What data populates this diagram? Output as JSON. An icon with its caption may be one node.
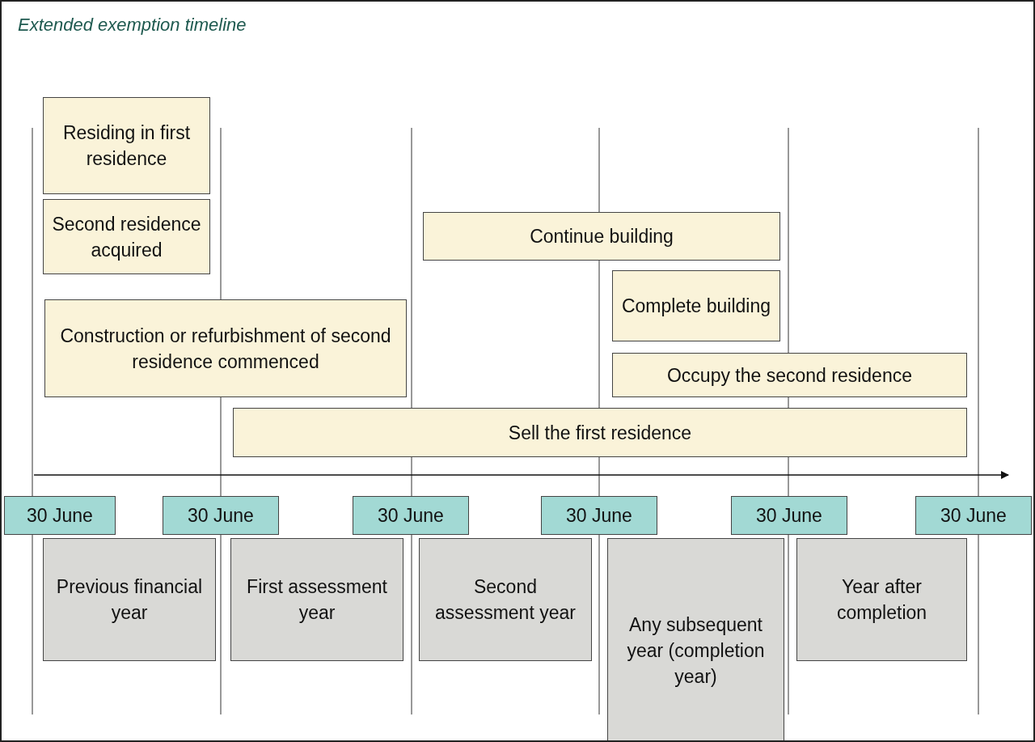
{
  "diagram": {
    "title": "Extended exemption timeline",
    "nodes": [
      {
        "text": [
          "Residing in first residence"
        ]
      },
      {
        "text": [
          "Second residence acquired"
        ]
      },
      {
        "text": [
          "Construction or refurbishment of second residence commenced"
        ]
      },
      {
        "text": [
          "Continue building"
        ]
      },
      {
        "text": [
          "Complete building"
        ]
      },
      {
        "text": [
          "Occupy the second residence"
        ]
      },
      {
        "text": [
          "Sell the first residence"
        ]
      },
      {
        "text": [
          "30 June"
        ]
      },
      {
        "text": [
          "30 June"
        ]
      },
      {
        "text": [
          "30 June"
        ]
      },
      {
        "text": [
          "30 June"
        ]
      },
      {
        "text": [
          "30 June"
        ]
      },
      {
        "text": [
          "30 June"
        ]
      },
      {
        "text": [
          "Previous financial year"
        ]
      },
      {
        "text": [
          "First assessment year"
        ]
      },
      {
        "text": [
          "Second assessment year"
        ]
      },
      {
        "text": [
          "Any subsequent year (completion year)"
        ]
      },
      {
        "text": [
          "Year after completion"
        ]
      }
    ],
    "edges": []
  }
}
